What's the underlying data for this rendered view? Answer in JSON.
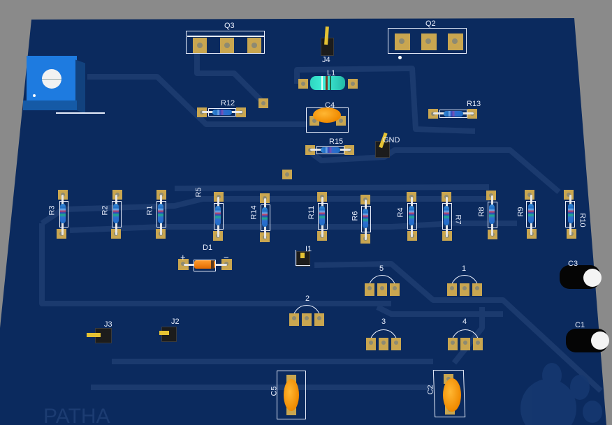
{
  "view": {
    "type": "PCB 3D view",
    "board_color": "#0b2a5e",
    "trace_color": "#1b3a6e",
    "background_color": "#8a8a8a",
    "pad_color": "#c9a650",
    "silkscreen_color": "#e8eefc"
  },
  "watermark": {
    "text": "PATHA",
    "logo": "paw-print"
  },
  "components": {
    "transistors_to220": [
      {
        "ref": "Q3",
        "pins": 3
      },
      {
        "ref": "Q2",
        "pins": 3
      }
    ],
    "connectors": [
      {
        "ref": "J4"
      },
      {
        "ref": "GND"
      },
      {
        "ref": "I1"
      },
      {
        "ref": "J3"
      },
      {
        "ref": "J2"
      }
    ],
    "inductors": [
      {
        "ref": "L1"
      }
    ],
    "capacitors": [
      {
        "ref": "C4",
        "type": "ceramic"
      },
      {
        "ref": "C5",
        "type": "ceramic"
      },
      {
        "ref": "C2",
        "type": "ceramic"
      },
      {
        "ref": "C3",
        "type": "electrolytic"
      },
      {
        "ref": "C1",
        "type": "electrolytic"
      }
    ],
    "resistors_horizontal": [
      {
        "ref": "R12"
      },
      {
        "ref": "R13"
      },
      {
        "ref": "R15"
      }
    ],
    "resistors_vertical": [
      {
        "ref": "R3"
      },
      {
        "ref": "R2"
      },
      {
        "ref": "R1"
      },
      {
        "ref": "R5"
      },
      {
        "ref": "R14"
      },
      {
        "ref": "R11"
      },
      {
        "ref": "R6"
      },
      {
        "ref": "R4"
      },
      {
        "ref": "R7"
      },
      {
        "ref": "R8"
      },
      {
        "ref": "R9"
      },
      {
        "ref": "R10"
      }
    ],
    "diode": {
      "ref": "D1",
      "plus": "+",
      "minus": "−"
    },
    "to92_footprints": [
      {
        "ref": "5"
      },
      {
        "ref": "1"
      },
      {
        "ref": "2"
      },
      {
        "ref": "3"
      },
      {
        "ref": "4"
      }
    ],
    "potentiometer": {
      "ref": "potentiometer"
    }
  }
}
